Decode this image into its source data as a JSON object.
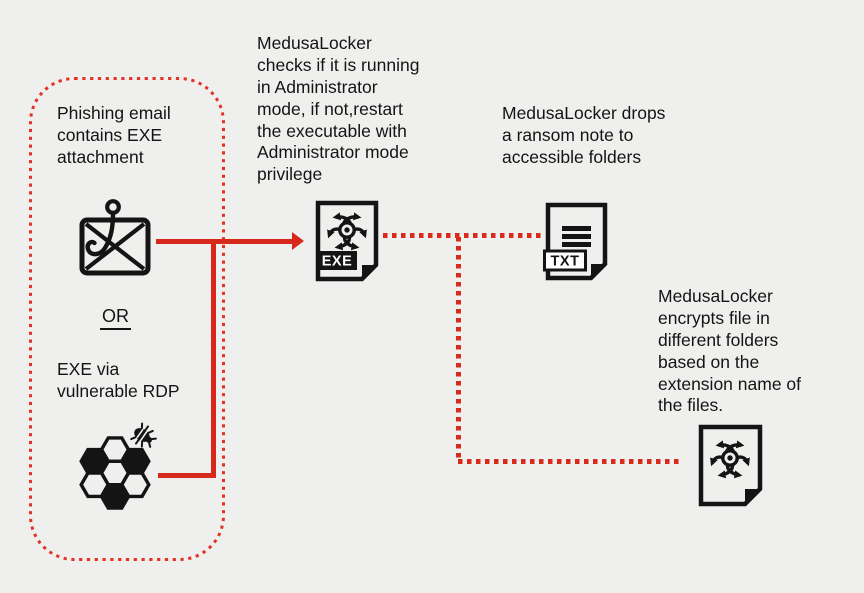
{
  "colors": {
    "background": "#efefee",
    "ink": "#141414",
    "arrow_red": "#d6291c",
    "dotted_red": "#da2a1b",
    "box_border_red": "#e43325"
  },
  "entry": {
    "phishing_label": "Phishing email\ncontains EXE\nattachment",
    "or_label": "OR",
    "rdp_label": "EXE via\nvulnerable RDP"
  },
  "steps": {
    "admin_check": "MedusaLocker\nchecks if it is running\nin Administrator\nmode, if not,restart\nthe executable with\nAdministrator mode\nprivilege",
    "ransom_note": "MedusaLocker drops\na ransom note to\naccessible folders",
    "encrypt": "MedusaLocker\nencrypts file in\ndifferent folders\nbased on the\nextension name of\nthe files."
  },
  "badges": {
    "exe": "EXE",
    "txt": "TXT"
  },
  "icons": {
    "phishing": "hooked-envelope-icon",
    "rdp": "honeycomb-bug-icon",
    "executable": "malware-file-icon",
    "ransom": "txt-file-icon",
    "encrypted": "malware-file-icon"
  }
}
